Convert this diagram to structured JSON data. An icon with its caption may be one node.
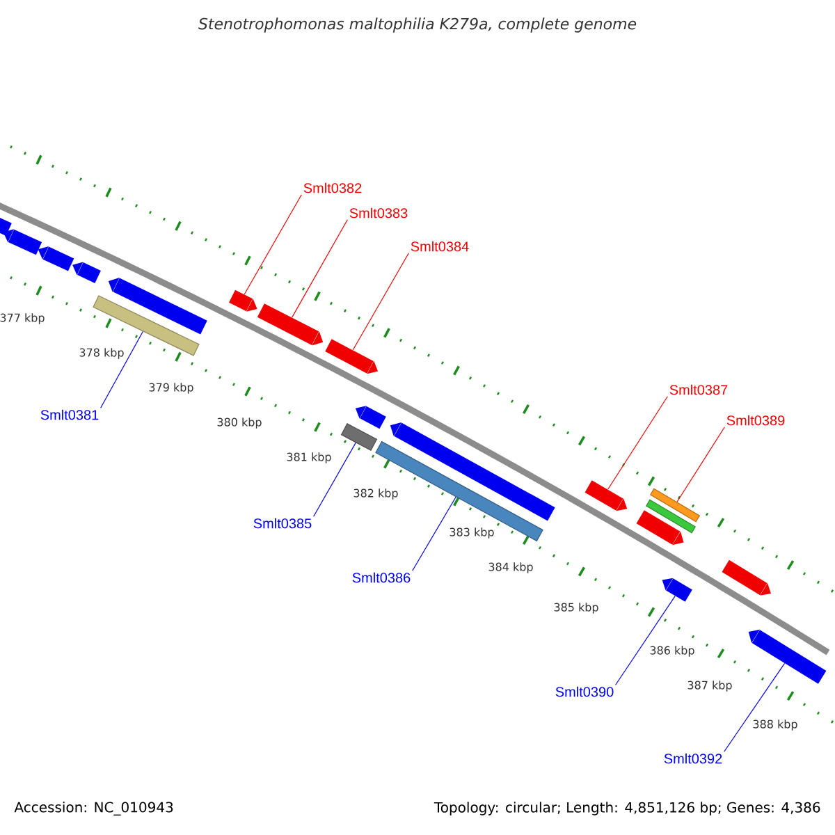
{
  "diagram": {
    "title": "Stenotrophomonas maltophilia K279a, complete genome",
    "nodes": [
      {
        "text": [
          "Smlt0382"
        ]
      },
      {
        "text": [
          "Smlt0383"
        ]
      },
      {
        "text": [
          "Smlt0384"
        ]
      },
      {
        "text": [
          "Smlt0381"
        ]
      },
      {
        "text": [
          "Smlt0387"
        ]
      },
      {
        "text": [
          "Smlt0389"
        ]
      },
      {
        "text": [
          "Smlt0385"
        ]
      },
      {
        "text": [
          "Smlt0386"
        ]
      },
      {
        "text": [
          "Smlt0390"
        ]
      },
      {
        "text": [
          "Smlt0392"
        ]
      },
      {
        "text": [],
        "shape": "arrow"
      },
      {
        "text": [],
        "shape": "arrow"
      },
      {
        "text": [],
        "shape": "arrow"
      },
      {
        "text": [],
        "shape": "arrow"
      },
      {
        "text": [],
        "shape": "bar"
      },
      {
        "text": [],
        "shape": "arrow"
      },
      {
        "text": [],
        "shape": "arrow"
      },
      {
        "text": [],
        "shape": "arrow"
      },
      {
        "text": [],
        "shape": "arrow"
      },
      {
        "text": [],
        "shape": "bar"
      },
      {
        "text": [],
        "shape": "arrow"
      },
      {
        "text": [],
        "shape": "bar"
      },
      {
        "text": [],
        "shape": "arrow"
      },
      {
        "text": [],
        "shape": "arrow"
      },
      {
        "text": [],
        "shape": "arrow"
      },
      {
        "text": [],
        "shape": "bar"
      },
      {
        "text": [],
        "shape": "bar"
      },
      {
        "text": [],
        "shape": "arrow"
      },
      {
        "text": [],
        "shape": "arrow"
      },
      {
        "text": [],
        "shape": "arrow"
      }
    ],
    "edges": [
      {
        "from": 0,
        "to": 16,
        "arrow": "none"
      },
      {
        "from": 1,
        "to": 17,
        "arrow": "none"
      },
      {
        "from": 2,
        "to": 18,
        "arrow": "none"
      },
      {
        "from": 3,
        "to": 14,
        "arrow": "none",
        "color": "#0000f0"
      },
      {
        "from": 4,
        "to": 23,
        "arrow": "none"
      },
      {
        "from": 5,
        "to": 26,
        "arrow": "none"
      },
      {
        "from": 6,
        "to": 19,
        "arrow": "none",
        "color": "#0000f0"
      },
      {
        "from": 7,
        "to": 21,
        "arrow": "none",
        "color": "#0000f0"
      },
      {
        "from": 8,
        "to": 27,
        "arrow": "none",
        "color": "#0000f0"
      },
      {
        "from": 9,
        "to": 29,
        "arrow": "none",
        "color": "#0000f0"
      }
    ],
    "labels": [
      "377 kbp",
      "378 kbp",
      "379 kbp",
      "380 kbp",
      "381 kbp",
      "382 kbp",
      "383 kbp",
      "384 kbp",
      "385 kbp",
      "386 kbp",
      "387 kbp",
      "388 kbp",
      "Accession: NC_010943",
      "Topology: circular; Length: 4,851,126 bp; Genes: 4,386"
    ]
  }
}
